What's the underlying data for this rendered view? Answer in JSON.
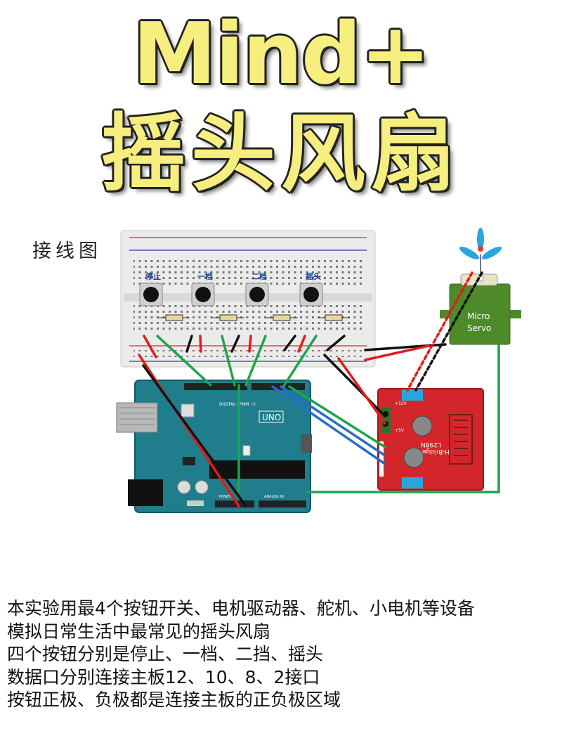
{
  "title": {
    "line1": "Mind+",
    "line2": "摇头风扇"
  },
  "wiring_label": "接线图",
  "breadboard": {
    "buttons": [
      {
        "label": "停止"
      },
      {
        "label": "一档"
      },
      {
        "label": "二档"
      },
      {
        "label": "摇头"
      }
    ]
  },
  "arduino": {
    "model": "UNO",
    "header_label": "DIGITAL (PWM ~)",
    "power_label": "POWER",
    "analog_label": "ANALOG IN"
  },
  "motor_driver": {
    "label_chip": "L298N",
    "label_board": "H-Bridge",
    "pin_12v": "+12V",
    "pin_5v": "+5V"
  },
  "servo": {
    "line1": "Micro",
    "line2": "Servo"
  },
  "description": [
    "本实验用最4个按钮开关、电机驱动器、舵机、小电机等设备",
    "模拟日常生活中最常见的摇头风扇",
    "四个按钮分别是停止、一档、二挡、摇头",
    "数据口分别连接主板12、10、8、2接口",
    "按钮正极、负极都是连接主板的正负极区域"
  ],
  "colors": {
    "title_fill": "#f6ee7e",
    "board_teal": "#1f7d8c",
    "driver_red": "#d3262a",
    "servo_green": "#4f8a2a",
    "wire_green": "#1aa64a",
    "wire_red": "#e11b1b",
    "wire_black": "#111111",
    "wire_blue": "#2a6cc9"
  }
}
